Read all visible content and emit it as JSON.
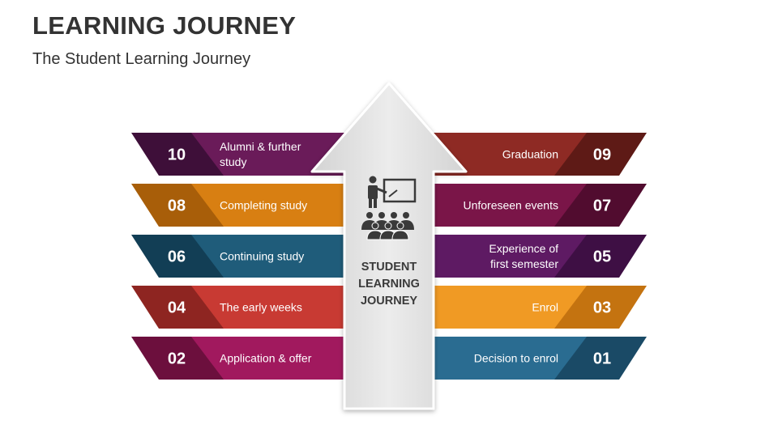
{
  "header": {
    "title": "LEARNING JOURNEY",
    "subtitle": "The Student Learning Journey"
  },
  "center": {
    "lines": [
      "STUDENT",
      "LEARNING",
      "JOURNEY"
    ],
    "icon": "teacher-presentation-icon"
  },
  "left_steps": [
    {
      "num": "10",
      "lines": [
        "Alumni & further",
        "study"
      ],
      "color": "#6A1B59",
      "dark": "#3E0F39"
    },
    {
      "num": "08",
      "lines": [
        "Completing study"
      ],
      "color": "#D87F12",
      "dark": "#A85E09"
    },
    {
      "num": "06",
      "lines": [
        "Continuing study"
      ],
      "color": "#1F5C7A",
      "dark": "#123E55"
    },
    {
      "num": "04",
      "lines": [
        "The early weeks"
      ],
      "color": "#C83A33",
      "dark": "#8E2521"
    },
    {
      "num": "02",
      "lines": [
        "Application & offer"
      ],
      "color": "#A1195E",
      "dark": "#6C0F3D"
    }
  ],
  "right_steps": [
    {
      "num": "09",
      "lines": [
        "Graduation"
      ],
      "color": "#8E2A24",
      "dark": "#5E1A16"
    },
    {
      "num": "07",
      "lines": [
        "Unforeseen events"
      ],
      "color": "#7A1548",
      "dark": "#510C2F"
    },
    {
      "num": "05",
      "lines": [
        "Experience of",
        "first semester"
      ],
      "color": "#5E1A63",
      "dark": "#3E0F44"
    },
    {
      "num": "03",
      "lines": [
        "Enrol"
      ],
      "color": "#F09A24",
      "dark": "#C47310"
    },
    {
      "num": "01",
      "lines": [
        "Decision to enrol"
      ],
      "color": "#2A6C91",
      "dark": "#1A4A66"
    }
  ]
}
